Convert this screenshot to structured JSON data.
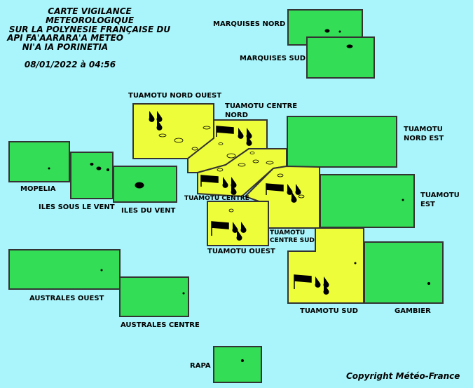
{
  "header": {
    "title_fr_1": "CARTE VIGILANCE METEOROLOGIQUE",
    "title_fr_2": "SUR LA POLYNESIE FRANÇAISE DU",
    "title_tah_1": "API FA'AARARA'A METEO",
    "title_tah_2": "NI'A IA PORINETIA",
    "datetime": "08/01/2022 à 04:56"
  },
  "zones": {
    "marquises_nord": "MARQUISES NORD",
    "marquises_sud": "MARQUISES SUD",
    "tuamotu_nord_ouest": "TUAMOTU NORD OUEST",
    "tuamotu_centre_nord_1": "TUAMOTU CENTRE",
    "tuamotu_centre_nord_2": "NORD",
    "tuamotu_nord_est_1": "TUAMOTU",
    "tuamotu_nord_est_2": "NORD EST",
    "tuamotu_est_1": "TUAMOTU",
    "tuamotu_est_2": "EST",
    "tuamotu_centre": "TUAMOTU CENTRE",
    "tuamotu_centre_sud_1": "TUAMOTU",
    "tuamotu_centre_sud_2": "CENTRE SUD",
    "tuamotu_ouest": "TUAMOTU OUEST",
    "tuamotu_sud": "TUAMOTU SUD",
    "gambier": "GAMBIER",
    "mopelia": "MOPELIA",
    "iles_sous_le_vent": "ILES SOUS LE VENT",
    "iles_du_vent": "ILES DU VENT",
    "australes_ouest": "AUSTRALES OUEST",
    "australes_centre": "AUSTRALES CENTRE",
    "rapa": "RAPA"
  },
  "vigilance_colors": {
    "green": "#33dd55",
    "yellow": "#eefd3a"
  },
  "icons": [
    "wind-icon",
    "rain-icon"
  ],
  "copyright": "Copyright Météo-France"
}
